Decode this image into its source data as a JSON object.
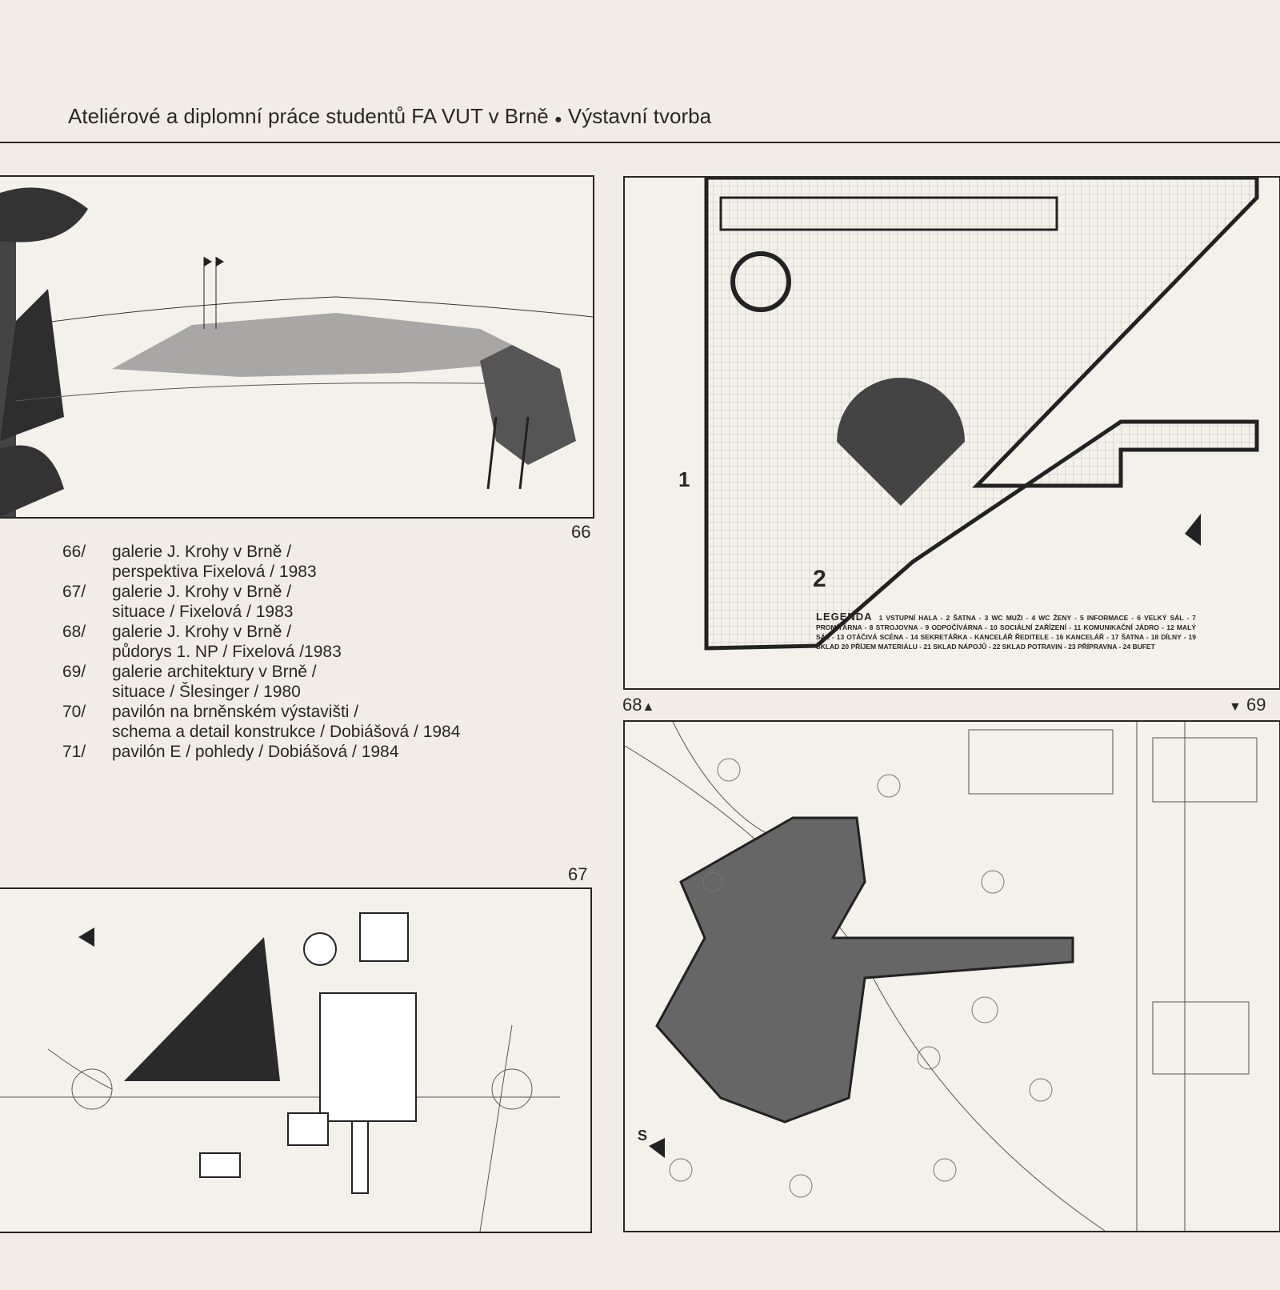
{
  "header": {
    "title": "Ateliérové a diplomní práce studentů FA VUT v Brně",
    "bullet": "●",
    "section": "Výstavní tvorba"
  },
  "figures": {
    "fig66": {
      "number": "66"
    },
    "fig67": {
      "number": "67"
    },
    "fig68": {
      "number": "68",
      "marker": "▲",
      "labels": [
        "1",
        "2"
      ]
    },
    "fig69": {
      "number": "69",
      "marker": "▼",
      "north": "S"
    }
  },
  "captions": [
    {
      "num": "66/",
      "line1": "galerie J. Krohy v Brně  /",
      "line2": "perspektiva Fixelová  /  1983"
    },
    {
      "num": "67/",
      "line1": "galerie J. Krohy v Brně  /",
      "line2": "situace  /  Fixelová  /  1983"
    },
    {
      "num": "68/",
      "line1": "galerie J. Krohy v Brně  /",
      "line2": "půdorys 1. NP  /  Fixelová  /1983"
    },
    {
      "num": "69/",
      "line1": "galerie architektury v Brně  /",
      "line2": "situace  /  Šlesinger  /  1980"
    },
    {
      "num": "70/",
      "line1": "pavilón na brněnském výstavišti  /",
      "line2": "schema a detail konstrukce  /  Dobiášová  /  1984"
    },
    {
      "num": "71/",
      "line1": "pavilón E  /  pohledy  /  Dobiášová  /  1984",
      "line2": ""
    }
  ],
  "legend": {
    "title": "LEGENDA",
    "text": "1 VSTUPNÍ HALA - 2 ŠATNA - 3 WC MUŽI - 4 WC ŽENY - 5 INFORMACE - 6 VELKÝ SÁL - 7 PROMÍTÁRNA - 8 STROJOVNA - 9 ODPOČÍVÁRNA - 10 SOCIÁLNÍ ZAŘÍZENÍ - 11 KOMUNIKAČNÍ JÁDRO - 12 MALÝ SÁL - 13 OTÁČIVÁ SCÉNA - 14 SEKRETÁŘKA - KANCELÁŘ ŘEDITELE - 16 KANCELÁŘ - 17 ŠATNA - 18 DÍLNY - 19 SKLAD 20 PŘÍJEM MATERIÁLU - 21 SKLAD NÁPOJŮ - 22 SKLAD POTRAVIN - 23 PŘÍPRAVNA - 24 BUFET"
  }
}
